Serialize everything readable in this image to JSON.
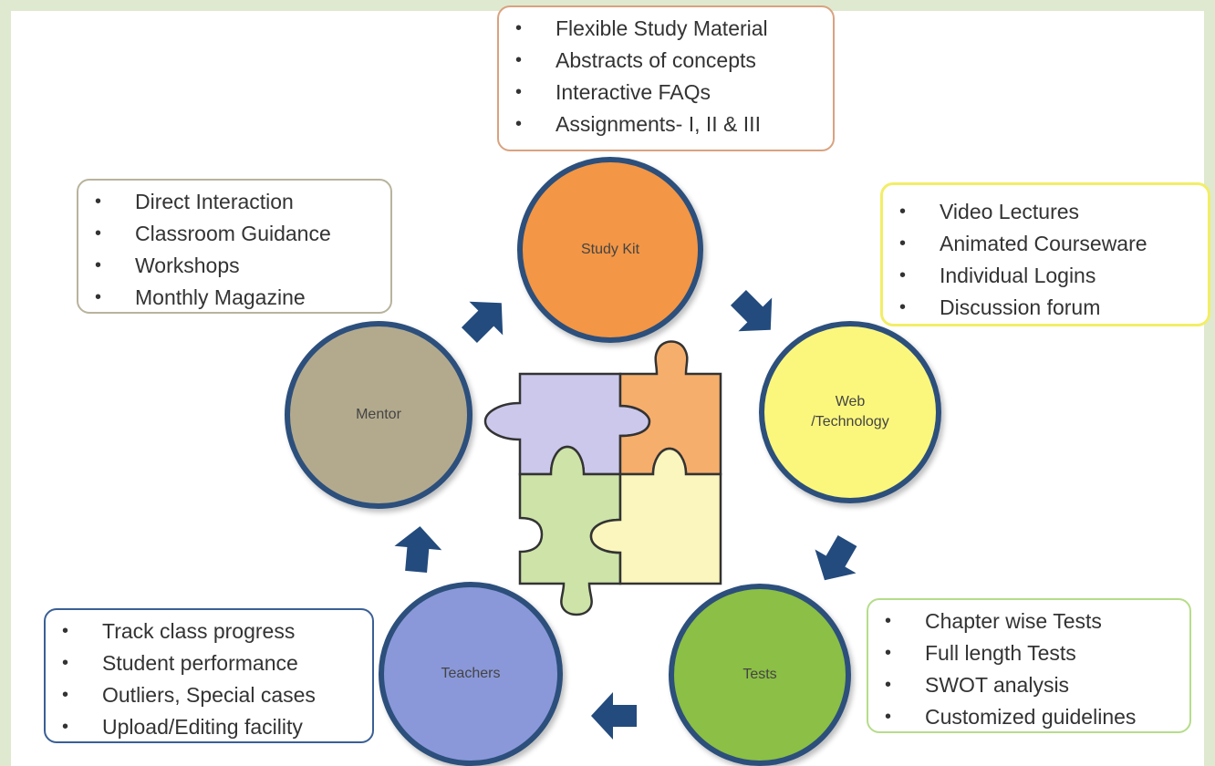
{
  "colors": {
    "frame": "#dfe9cf",
    "circle_border": "#2c4f7c",
    "arrow": "#234b7d",
    "study_kit": "#f39645",
    "web_technology": "#fbf77c",
    "tests": "#8bbf45",
    "teachers": "#8a98d9",
    "mentor": "#b3aa8e",
    "puzzle_purple": "#cbc8ec",
    "puzzle_orange": "#f6ae6c",
    "puzzle_green": "#cde3a8",
    "puzzle_yellow": "#fbf6bd"
  },
  "nodes": {
    "study_kit": "Study Kit",
    "web_technology": "Web\n/Technology",
    "tests": "Tests",
    "teachers": "Teachers",
    "mentor": "Mentor"
  },
  "lists": {
    "study_kit": [
      "Flexible Study Material",
      "Abstracts of concepts",
      "Interactive FAQs",
      "Assignments- I, II & III"
    ],
    "web_technology": [
      "Video Lectures",
      "Animated Courseware",
      "Individual Logins",
      "Discussion forum"
    ],
    "tests": [
      "Chapter wise Tests",
      "Full length Tests",
      "SWOT analysis",
      "Customized guidelines"
    ],
    "teachers": [
      "Track class progress",
      "Student performance",
      "Outliers, Special cases",
      "Upload/Editing facility"
    ],
    "mentor": [
      "Direct Interaction",
      "Classroom Guidance",
      "Workshops",
      "Monthly Magazine"
    ]
  }
}
